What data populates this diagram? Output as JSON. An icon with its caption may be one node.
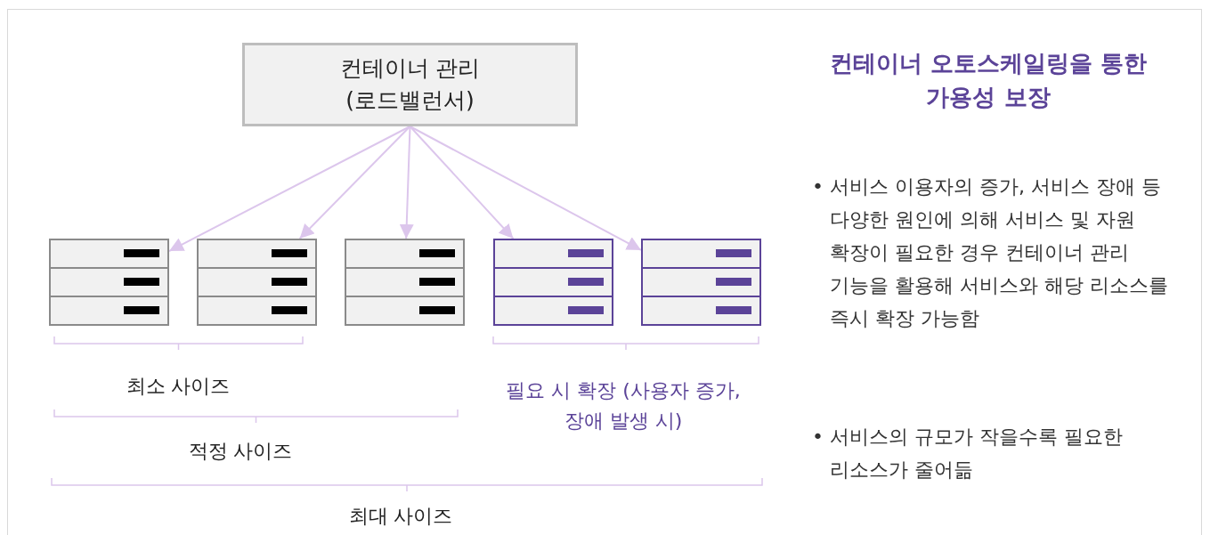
{
  "diagram": {
    "title": "컨테이너 오토스케일링을 통한 가용성 보장",
    "nodes": [
      {
        "text": [
          "컨테이너 관리 (로드밸런서)"
        ]
      },
      {
        "text": [],
        "shape": "box"
      },
      {
        "text": [],
        "shape": "box"
      },
      {
        "text": [],
        "shape": "box"
      },
      {
        "text": [],
        "shape": "box"
      },
      {
        "text": [],
        "shape": "box"
      }
    ],
    "edges": [
      {
        "from": 0,
        "to": 1,
        "arrow": "to"
      },
      {
        "from": 0,
        "to": 2,
        "arrow": "to"
      },
      {
        "from": 0,
        "to": 3,
        "arrow": "to"
      },
      {
        "from": 0,
        "to": 4,
        "arrow": "to"
      },
      {
        "from": 0,
        "to": 5,
        "arrow": "to"
      }
    ],
    "labels": [
      "최소 사이즈",
      "필요 시 확장 (사용자 증가, 장애 발생 시)",
      "적정 사이즈",
      "최대 사이즈",
      "• 서비스 이용자의 증가, 서비스 장애 등 다양한 원인에 의해 서비스 및 자원 확장이 필요한 경우 컨테이너 관리 기능을 활용해 서비스와 해당 리소스를 즉시 확장 가능함",
      "• 서비스의 규모가 작을수록 필요한 리소스가 줄어듦"
    ]
  }
}
